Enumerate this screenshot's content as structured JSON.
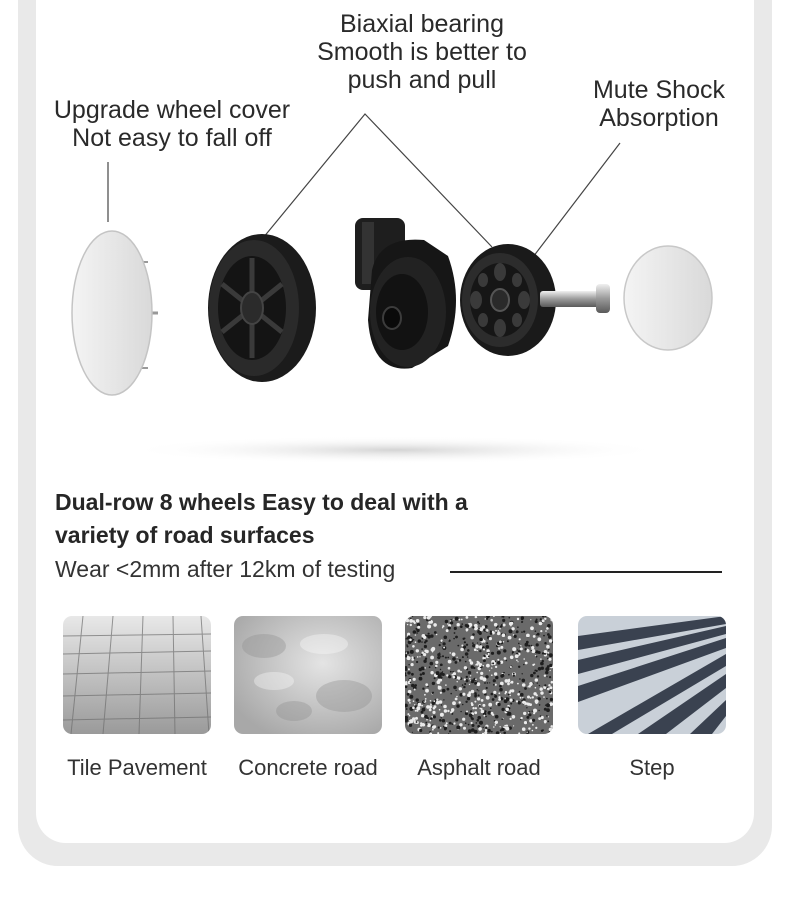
{
  "callouts": {
    "bearing": [
      "Biaxial bearing",
      "Smooth is better to",
      "push and pull"
    ],
    "cover": [
      "Upgrade wheel cover",
      "Not easy to fall off"
    ],
    "mute": [
      "Mute Shock",
      "Absorption"
    ]
  },
  "feature": {
    "heading_line1": "Dual-row 8 wheels Easy to deal with a",
    "heading_line2": "variety of road surfaces",
    "wear_note": "Wear <2mm after 12km of testing"
  },
  "surfaces": [
    {
      "label": "Tile Pavement",
      "icon": "tile-pavement-image"
    },
    {
      "label": "Concrete road",
      "icon": "concrete-road-image"
    },
    {
      "label": "Asphalt road",
      "icon": "asphalt-road-image"
    },
    {
      "label": "Step",
      "icon": "step-image"
    }
  ],
  "colors": {
    "wheel": "#1c1c1c",
    "cover": "#e6e6e6",
    "text": "#2a2a2a"
  }
}
